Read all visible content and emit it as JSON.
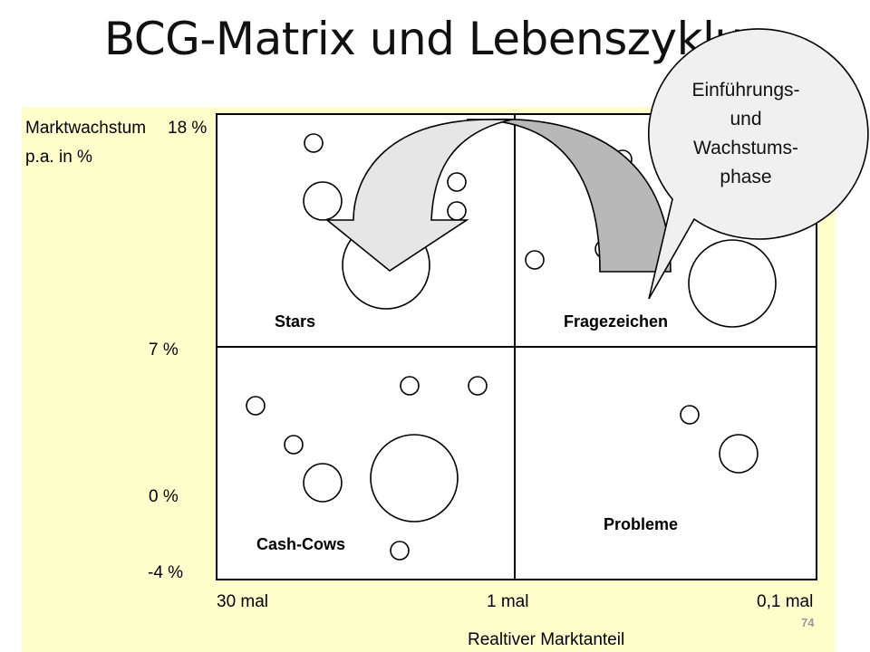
{
  "title": "BCG-Matrix und Lebenszyklus",
  "y_axis": {
    "label_line1": "Marktwachstum",
    "label_line2": "p.a. in %",
    "ticks": [
      "18 %",
      "7 %",
      "0 %",
      "-4 %"
    ]
  },
  "x_axis": {
    "ticks": [
      "30 mal",
      "1 mal",
      "0,1 mal"
    ],
    "label": "Realtiver Marktanteil"
  },
  "quadrants": {
    "top_left": "Stars",
    "top_right": "Fragezeichen",
    "bottom_left": "Cash-Cows",
    "bottom_right": "Probleme"
  },
  "callout": {
    "lines": [
      "Einführungs-",
      "und",
      "Wachstums-",
      "phase"
    ]
  },
  "page_number": "74",
  "colors": {
    "panel_background": "#ffffcc",
    "arrow_light": "#e6e6e6",
    "arrow_dark": "#b8b8b8",
    "callout_fill": "#f0f0f0"
  }
}
